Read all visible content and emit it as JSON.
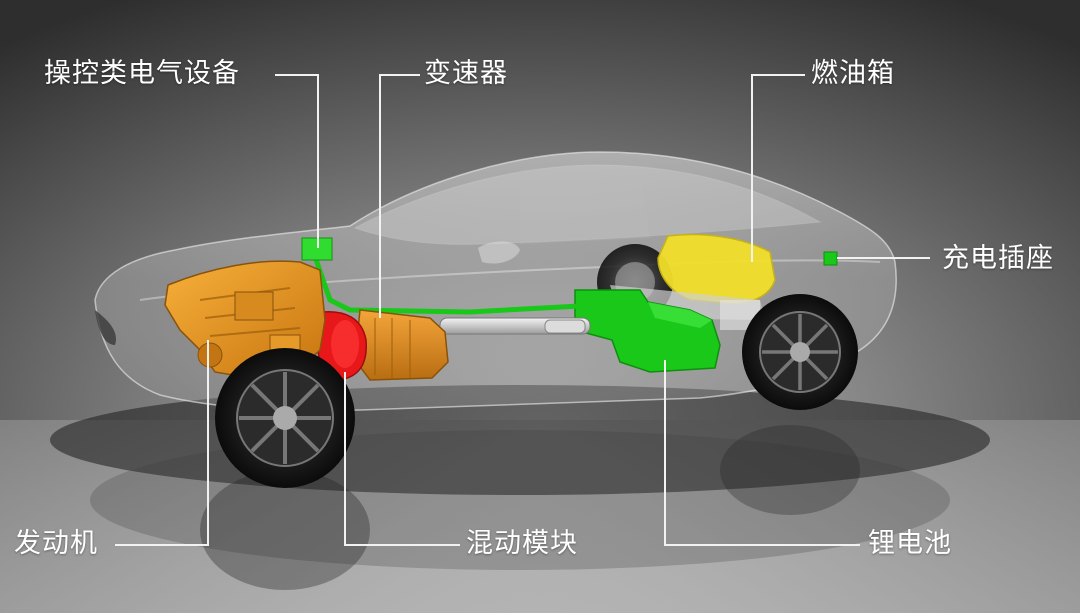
{
  "labels": {
    "control_electrical": "操控类电气设备",
    "transmission": "变速器",
    "fuel_tank": "燃油箱",
    "charging_port": "充电插座",
    "engine": "发动机",
    "hybrid_module": "混动模块",
    "lithium_battery": "锂电池"
  },
  "colors": {
    "engine": "#e8961f",
    "hybrid_module": "#e8171a",
    "transmission": "#e38f1d",
    "battery_green": "#19c819",
    "fuel_tank": "#f2e02a",
    "leader_line": "#f2f2f2"
  }
}
